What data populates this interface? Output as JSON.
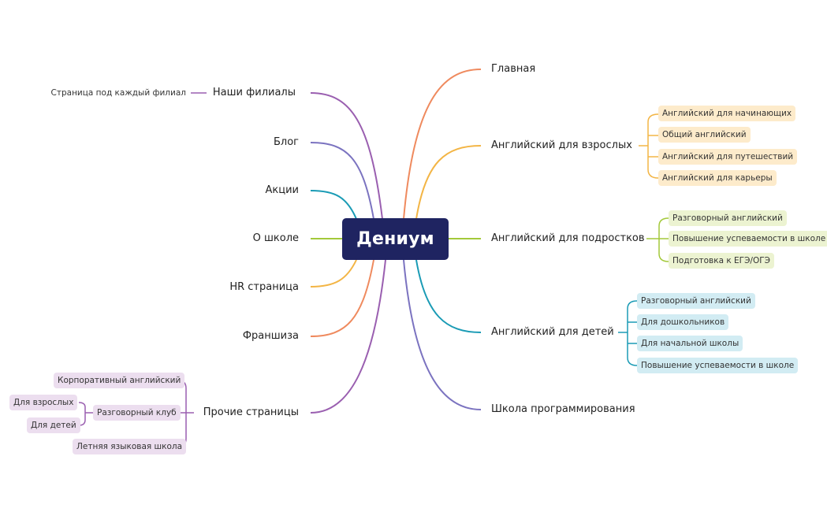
{
  "root": {
    "label": "Дениум"
  },
  "colors": {
    "orange": "#ef8a5e",
    "yellow": "#f3b545",
    "lime": "#a3c93a",
    "teal": "#1a9bb5",
    "purple_light": "#7b73c0",
    "purple": "#9a5fb0",
    "root_bg": "#1f2461",
    "tag_yellow": "#fdebcb",
    "tag_lime": "#ecf3d1",
    "tag_teal": "#d2ecf3",
    "tag_purple": "#ecdeef"
  },
  "right": {
    "main": {
      "label": "Главная"
    },
    "adults": {
      "label": "Английский для взрослых",
      "children": [
        "Английский для начинающих",
        "Общий английский",
        "Английский для путешествий",
        "Английский для карьеры"
      ]
    },
    "teens": {
      "label": "Английский для подростков",
      "children": [
        "Разговорный английский",
        "Повышение успеваемости в школе",
        "Подготовка к ЕГЭ/ОГЭ"
      ]
    },
    "kids": {
      "label": "Английский для детей",
      "children": [
        "Разговорный английский",
        "Для дошкольников",
        "Для начальной школы",
        "Повышение успеваемости в школе"
      ]
    },
    "coding": {
      "label": "Школа программирования"
    }
  },
  "left": {
    "branches": {
      "label": "Наши филиалы",
      "note": "Страница под каждый филиал"
    },
    "blog": {
      "label": "Блог"
    },
    "promo": {
      "label": "Акции"
    },
    "about": {
      "label": "О школе"
    },
    "hr": {
      "label": "HR страница"
    },
    "franchise": {
      "label": "Франшиза"
    },
    "other": {
      "label": "Прочие страницы",
      "children": [
        "Корпоративный английский",
        "Разговорный клуб",
        "Летняя языковая школа"
      ],
      "club_children": [
        "Для взрослых",
        "Для детей"
      ]
    }
  }
}
